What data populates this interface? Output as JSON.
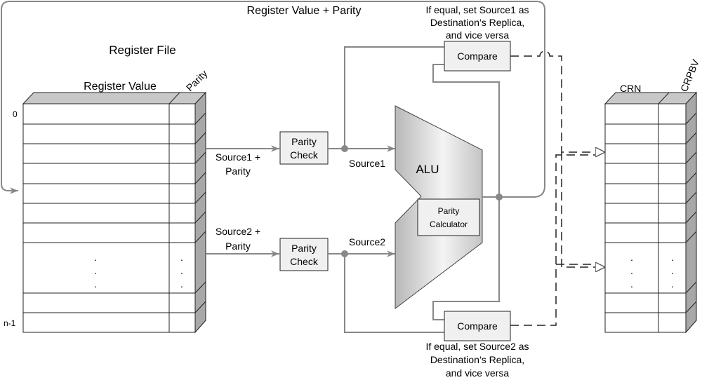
{
  "title_feedback": "Register Value + Parity",
  "register_file": {
    "title": "Register File",
    "value_header": "Register Value",
    "parity_header": "Parity",
    "row_first": "0",
    "row_last": "n-1",
    "dots": "."
  },
  "source1_in": {
    "line1": "Source1 +",
    "line2": "Parity"
  },
  "source2_in": {
    "line1": "Source2 +",
    "line2": "Parity"
  },
  "parity_check_1": {
    "line1": "Parity",
    "line2": "Check"
  },
  "parity_check_2": {
    "line1": "Parity",
    "line2": "Check"
  },
  "source1_label": "Source1",
  "source2_label": "Source2",
  "alu": {
    "label": "ALU",
    "calc_line1": "Parity",
    "calc_line2": "Calculator"
  },
  "compare_top": {
    "label": "Compare",
    "note1": "If equal, set Source1 as",
    "note2": "Destination’s Replica,",
    "note3": "and vice versa"
  },
  "compare_bottom": {
    "label": "Compare",
    "note1": "If equal, set Source2 as",
    "note2": "Destination’s Replica,",
    "note3": "and vice versa"
  },
  "crn_table": {
    "crn_header": "CRN",
    "crpbv_header": "CRPBV",
    "dots": "."
  }
}
